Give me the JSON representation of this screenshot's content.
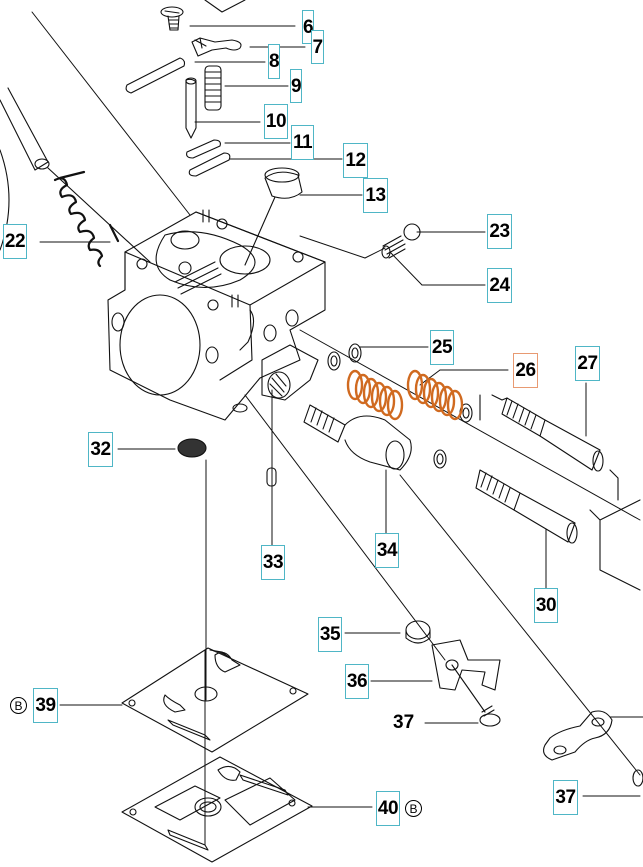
{
  "diagram": {
    "title": "Carburetor exploded parts view",
    "highlight_color": "#e89a72",
    "callout_border_color": "#4fb6c6",
    "spring_color": "#e07a30",
    "callouts": [
      {
        "id": "6",
        "label": "6",
        "boxed": true,
        "highlighted": false
      },
      {
        "id": "7",
        "label": "7",
        "boxed": true,
        "highlighted": false
      },
      {
        "id": "8",
        "label": "8",
        "boxed": true,
        "highlighted": false
      },
      {
        "id": "9",
        "label": "9",
        "boxed": true,
        "highlighted": false
      },
      {
        "id": "10",
        "label": "10",
        "boxed": true,
        "highlighted": false
      },
      {
        "id": "11",
        "label": "11",
        "boxed": true,
        "highlighted": false
      },
      {
        "id": "12",
        "label": "12",
        "boxed": true,
        "highlighted": false
      },
      {
        "id": "13",
        "label": "13",
        "boxed": true,
        "highlighted": false
      },
      {
        "id": "22",
        "label": "22",
        "boxed": true,
        "highlighted": false
      },
      {
        "id": "23",
        "label": "23",
        "boxed": true,
        "highlighted": false
      },
      {
        "id": "24",
        "label": "24",
        "boxed": true,
        "highlighted": false
      },
      {
        "id": "25",
        "label": "25",
        "boxed": true,
        "highlighted": false
      },
      {
        "id": "26",
        "label": "26",
        "boxed": true,
        "highlighted": true
      },
      {
        "id": "27",
        "label": "27",
        "boxed": true,
        "highlighted": false
      },
      {
        "id": "30",
        "label": "30",
        "boxed": true,
        "highlighted": false
      },
      {
        "id": "32",
        "label": "32",
        "boxed": true,
        "highlighted": false
      },
      {
        "id": "33",
        "label": "33",
        "boxed": true,
        "highlighted": false
      },
      {
        "id": "34",
        "label": "34",
        "boxed": true,
        "highlighted": false
      },
      {
        "id": "35",
        "label": "35",
        "boxed": true,
        "highlighted": false
      },
      {
        "id": "36",
        "label": "36",
        "boxed": true,
        "highlighted": false
      },
      {
        "id": "37a",
        "label": "37",
        "boxed": false,
        "highlighted": false
      },
      {
        "id": "37b",
        "label": "37",
        "boxed": true,
        "highlighted": false
      },
      {
        "id": "39",
        "label": "39",
        "boxed": true,
        "highlighted": false
      },
      {
        "id": "40",
        "label": "40",
        "boxed": true,
        "highlighted": false
      }
    ],
    "kit_markers": [
      {
        "for": "39",
        "symbol": "B"
      },
      {
        "for": "40",
        "symbol": "B"
      }
    ]
  }
}
